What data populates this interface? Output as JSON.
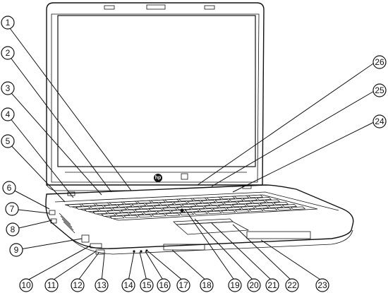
{
  "logo": {
    "text": "hp"
  },
  "callouts": [
    {
      "label": "1"
    },
    {
      "label": "2"
    },
    {
      "label": "3"
    },
    {
      "label": "4"
    },
    {
      "label": "5"
    },
    {
      "label": "6"
    },
    {
      "label": "7"
    },
    {
      "label": "8"
    },
    {
      "label": "9"
    },
    {
      "label": "10"
    },
    {
      "label": "11"
    },
    {
      "label": "12"
    },
    {
      "label": "13"
    },
    {
      "label": "14"
    },
    {
      "label": "15"
    },
    {
      "label": "16"
    },
    {
      "label": "17"
    },
    {
      "label": "18"
    },
    {
      "label": "19"
    },
    {
      "label": "20"
    },
    {
      "label": "21"
    },
    {
      "label": "22"
    },
    {
      "label": "23"
    },
    {
      "label": "24"
    },
    {
      "label": "25"
    },
    {
      "label": "26"
    }
  ]
}
